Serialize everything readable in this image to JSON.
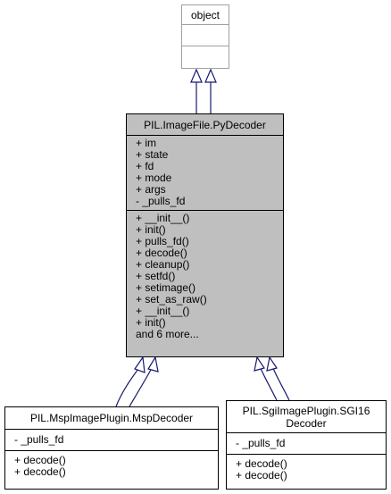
{
  "object_class": {
    "name": "object",
    "attributes": [],
    "methods": []
  },
  "pydecoder": {
    "name": "PIL.ImageFile.PyDecoder",
    "attributes": [
      "+ im",
      "+ state",
      "+ fd",
      "+ mode",
      "+ args",
      "- _pulls_fd"
    ],
    "methods": [
      "+ __init__()",
      "+ init()",
      "+ pulls_fd()",
      "+ decode()",
      "+ cleanup()",
      "+ setfd()",
      "+ setimage()",
      "+ set_as_raw()",
      "+ __init__()",
      "+ init()",
      "and 6 more..."
    ]
  },
  "msp_decoder": {
    "name": "PIL.MspImagePlugin.MspDecoder",
    "attributes": [
      "- _pulls_fd"
    ],
    "methods": [
      "+ decode()",
      "+ decode()"
    ]
  },
  "sgi16_decoder": {
    "name_line1": "PIL.SgiImagePlugin.SGI16",
    "name_line2": "Decoder",
    "attributes": [
      "- _pulls_fd"
    ],
    "methods": [
      "+ decode()",
      "+ decode()"
    ]
  },
  "colors": {
    "edge": "#191970",
    "focus_fill": "#bfbfbf",
    "object_border": "#a0a0a0"
  }
}
